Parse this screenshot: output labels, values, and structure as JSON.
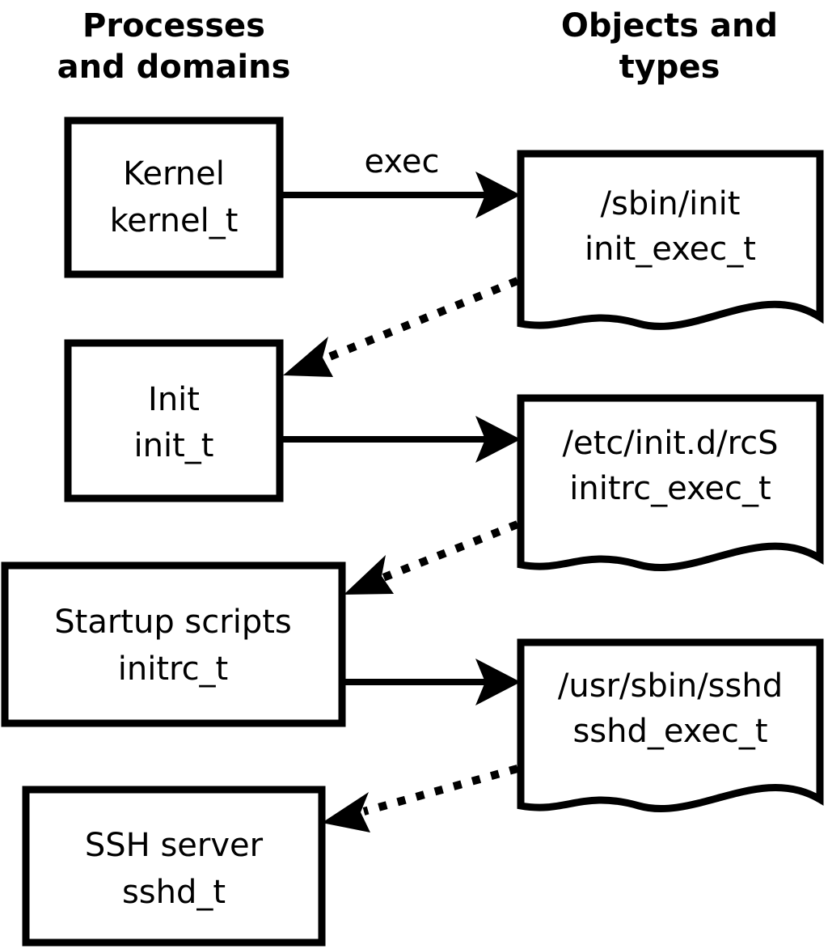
{
  "diagram": {
    "title_left": "Processes\nand domains",
    "columns": [
      {
        "id": "left",
        "line1": "Processes",
        "line2": "and domains"
      },
      {
        "id": "right",
        "line1": "Objects and",
        "line2": "types"
      }
    ],
    "process_boxes": [
      {
        "id": "kernel",
        "line1": "Kernel",
        "line2": "kernel_t"
      },
      {
        "id": "init",
        "line1": "Init",
        "line2": "init_t"
      },
      {
        "id": "initrc",
        "line1": "Startup scripts",
        "line2": "initrc_t"
      },
      {
        "id": "sshd",
        "line1": "SSH server",
        "line2": "sshd_t"
      }
    ],
    "object_docs": [
      {
        "id": "init_exec",
        "line1": "/sbin/init",
        "line2": "init_exec_t"
      },
      {
        "id": "initrc_exec",
        "line1": "/etc/init.d/rcS",
        "line2": "initrc_exec_t"
      },
      {
        "id": "sshd_exec",
        "line1": "/usr/sbin/sshd",
        "line2": "sshd_exec_t"
      }
    ],
    "edges": [
      {
        "id": "kernel-exec-init_exec",
        "label": "exec",
        "style": "solid",
        "from": "kernel",
        "to": "init_exec"
      },
      {
        "id": "init_exec-transition-init",
        "label": "",
        "style": "dotted",
        "from": "init_exec",
        "to": "init"
      },
      {
        "id": "init-exec-initrc_exec",
        "label": "",
        "style": "solid",
        "from": "init",
        "to": "initrc_exec"
      },
      {
        "id": "initrc_exec-transition-initrc",
        "label": "",
        "style": "dotted",
        "from": "initrc_exec",
        "to": "initrc"
      },
      {
        "id": "initrc-exec-sshd_exec",
        "label": "",
        "style": "solid",
        "from": "initrc",
        "to": "sshd_exec"
      },
      {
        "id": "sshd_exec-transition-sshd",
        "label": "",
        "style": "dotted",
        "from": "sshd_exec",
        "to": "sshd"
      }
    ],
    "colors": {
      "stroke": "#000000",
      "fill": "#ffffff",
      "text": "#000000"
    }
  }
}
